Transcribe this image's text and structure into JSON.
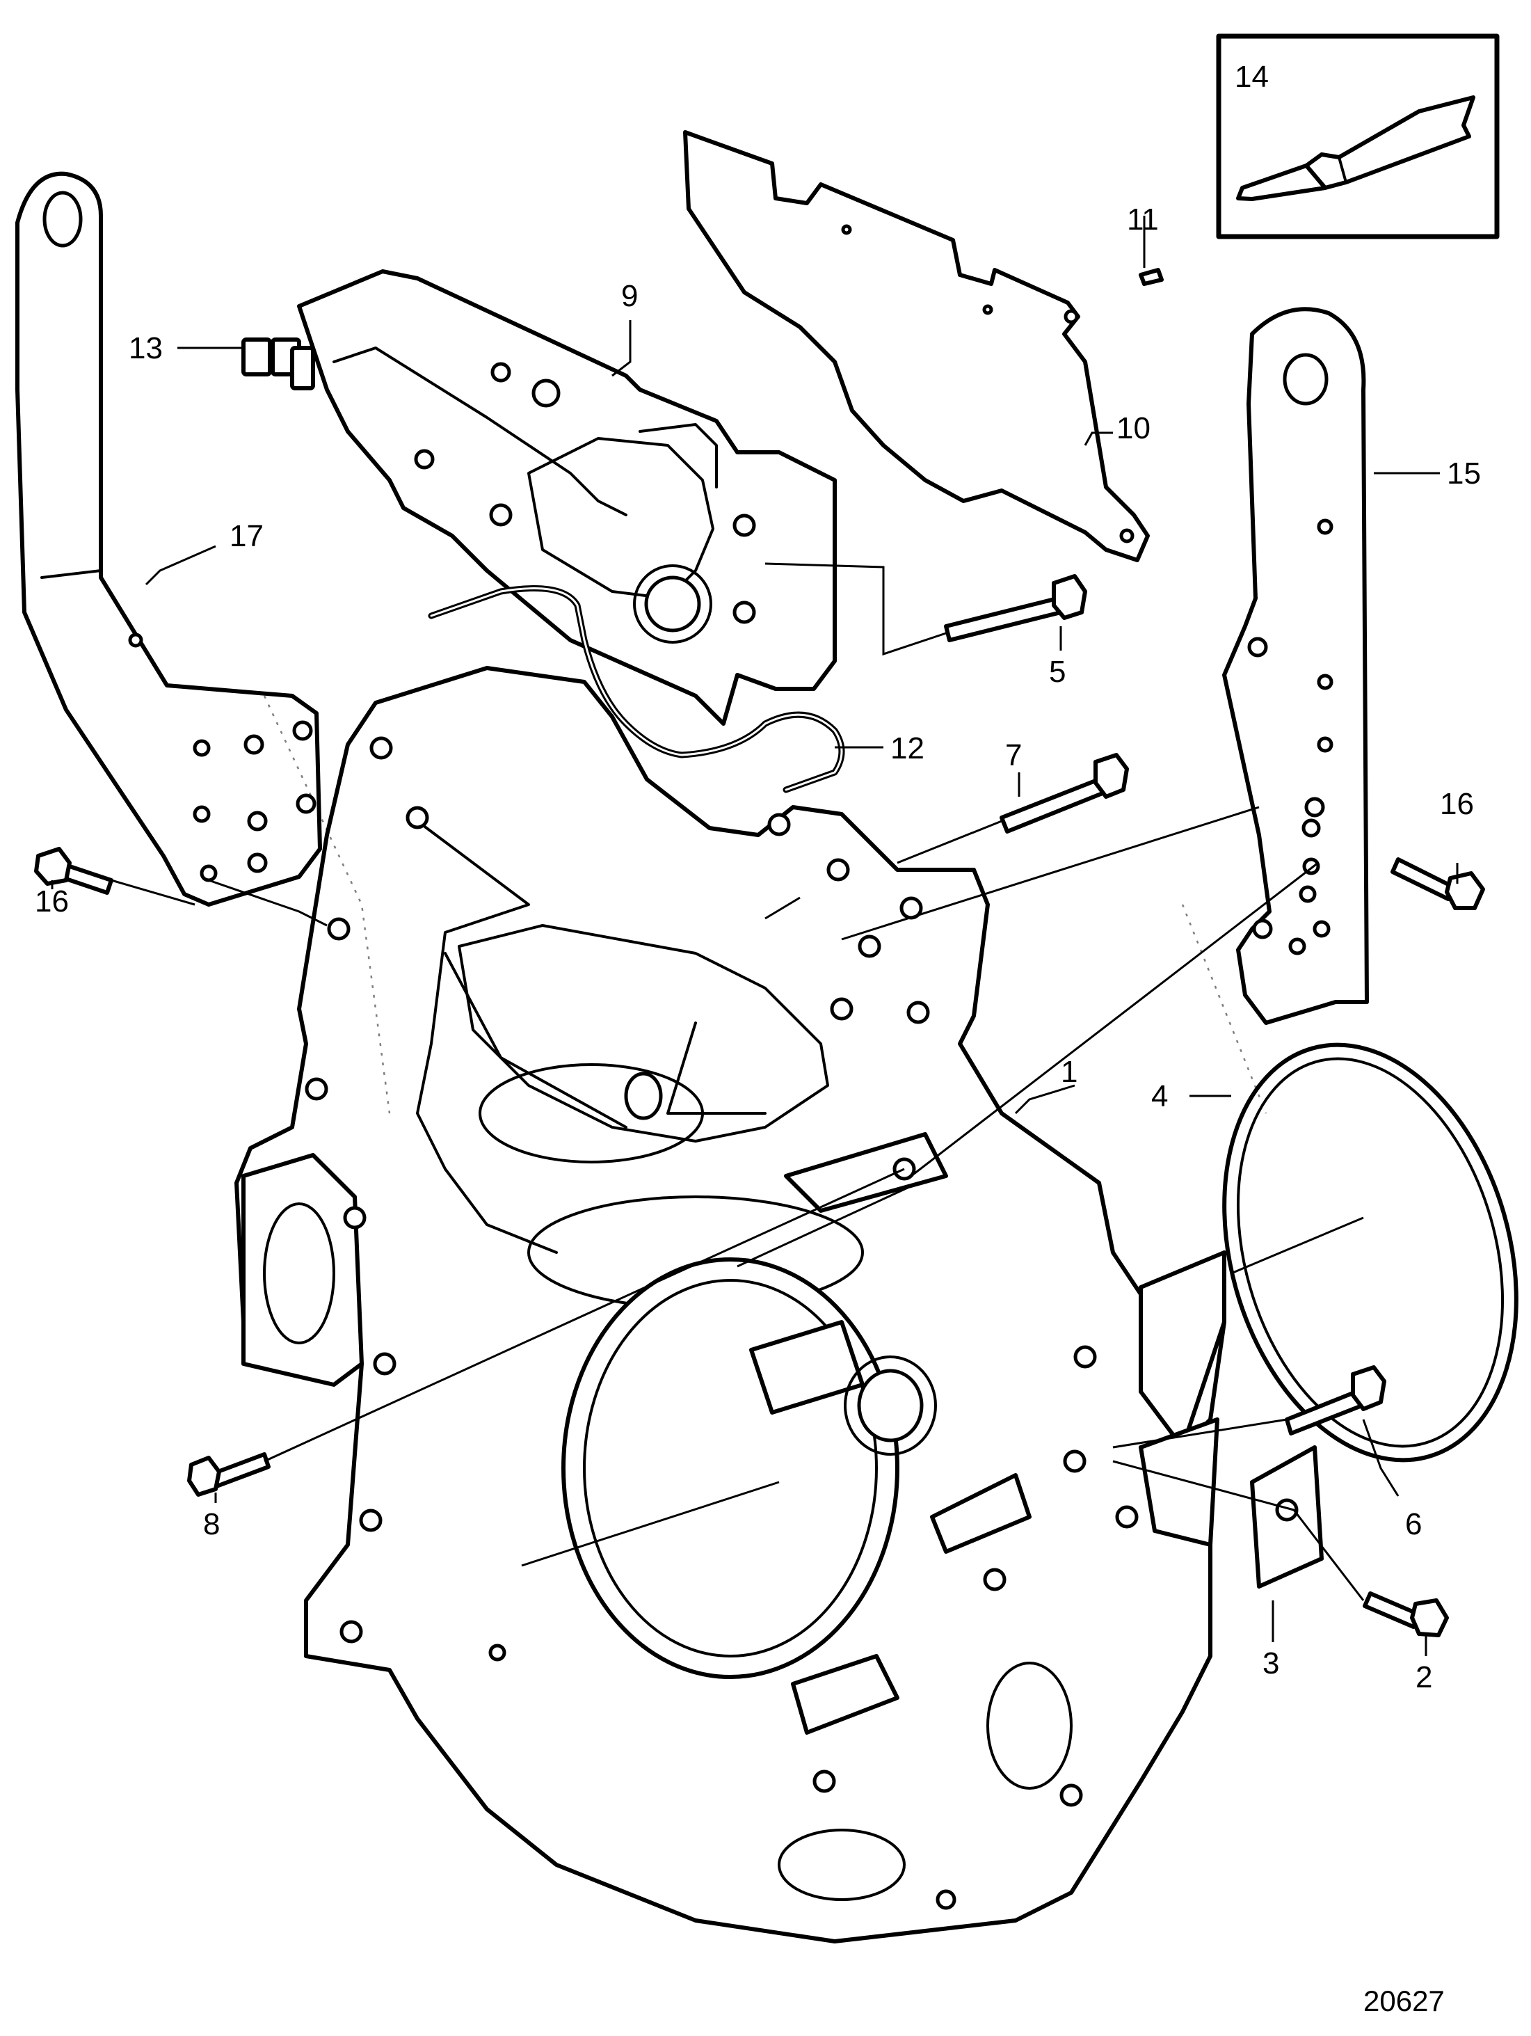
{
  "callouts": [
    {
      "id": "1",
      "label": "1"
    },
    {
      "id": "2",
      "label": "2"
    },
    {
      "id": "3",
      "label": "3"
    },
    {
      "id": "4",
      "label": "4"
    },
    {
      "id": "5",
      "label": "5"
    },
    {
      "id": "6",
      "label": "6"
    },
    {
      "id": "7",
      "label": "7"
    },
    {
      "id": "8",
      "label": "8"
    },
    {
      "id": "9",
      "label": "9"
    },
    {
      "id": "10",
      "label": "10"
    },
    {
      "id": "11",
      "label": "11"
    },
    {
      "id": "12",
      "label": "12"
    },
    {
      "id": "13",
      "label": "13"
    },
    {
      "id": "14",
      "label": "14"
    },
    {
      "id": "15",
      "label": "15"
    },
    {
      "id": "16a",
      "label": "16"
    },
    {
      "id": "16b",
      "label": "16"
    },
    {
      "id": "17",
      "label": "17"
    }
  ],
  "figure_number": "20627"
}
